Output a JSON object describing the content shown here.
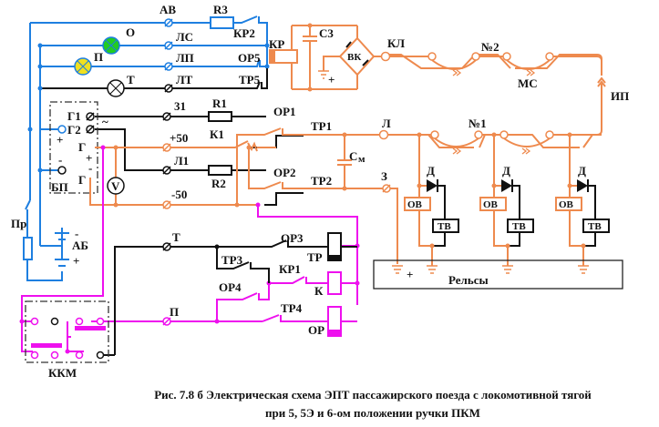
{
  "labels": {
    "AB": "АВ",
    "R3": "R3",
    "KR2": "КР2",
    "O": "О",
    "LS": "ЛС",
    "KR": "КР",
    "P_lamp": "П",
    "LP": "ЛП",
    "OR5": "ОР5",
    "T_lamp": "Т",
    "LT": "ЛТ",
    "TR5": "ТР5",
    "C3": "С3",
    "VK": "ВК",
    "KL": "КЛ",
    "N2": "№2",
    "MS": "МС",
    "IP": "ИП",
    "G1": "Г1",
    "G2": "Г2",
    "G_plus": "Г",
    "G_minus": "Г",
    "BP": "БП",
    "V": "V",
    "w31": "31",
    "R1": "R1",
    "OR1": "ОР1",
    "TR1": "ТР1",
    "L": "Л",
    "N1": "№1",
    "plus50": "+50",
    "K1": "К1",
    "L1": "Л1",
    "R2": "R2",
    "OR2": "ОР2",
    "TR2": "ТР2",
    "Cm": "С",
    "Cm_sub": "м",
    "Z": "З",
    "minus50": "-50",
    "D": "Д",
    "OV": "ОВ",
    "TV": "ТВ",
    "rails": "Рельсы",
    "Pr": "Пр",
    "AB_batt": "АБ",
    "T_wire": "Т",
    "OR3": "ОР3",
    "TR": "ТР",
    "TR3": "ТР3",
    "KR1": "КР1",
    "K": "К",
    "OR4": "ОР4",
    "P_wire": "П",
    "TR4": "ТР4",
    "OR": "ОР",
    "KKM": "ККМ",
    "plus": "+",
    "minus": "-",
    "tilde": "~"
  },
  "colors": {
    "signal": "#1e7fe0",
    "control": "#111111",
    "line": "#ee8a4e",
    "brake": "#ee10ee",
    "lamp_O": "#22cc22",
    "lamp_P": "#f0e020"
  },
  "caption": {
    "line1": "Рис. 7.8 б   Электрическая схема ЭПТ пассажирского поезда с локомотивной тягой",
    "line2": "при 5, 5Э и 6-ом положении ручки ПКМ"
  }
}
